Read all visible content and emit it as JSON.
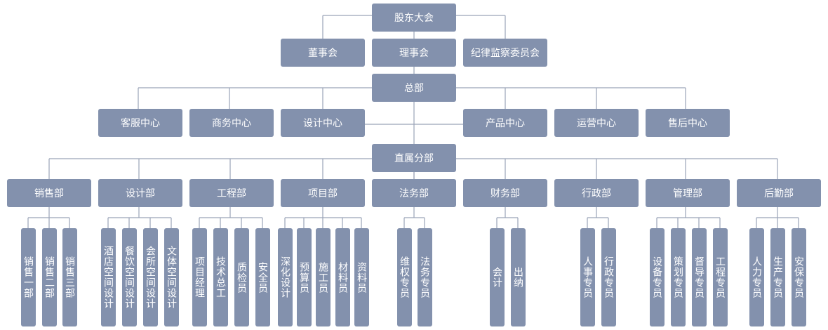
{
  "chart_data": {
    "type": "org-chart",
    "root": "股东大会",
    "governance": [
      "董事会",
      "理事会",
      "纪律监察委员会"
    ],
    "hq": "总部",
    "centers": [
      "客服中心",
      "商务中心",
      "设计中心",
      "产品中心",
      "运营中心",
      "售后中心"
    ],
    "direct": "直属分部",
    "departments": [
      {
        "name": "销售部",
        "children": [
          "销售一部",
          "销售二部",
          "销售三部"
        ]
      },
      {
        "name": "设计部",
        "children": [
          "酒店空间设计",
          "餐饮空间设计",
          "会所空间设计",
          "文体空间设计"
        ]
      },
      {
        "name": "工程部",
        "children": [
          "项目经理",
          "技术总工",
          "质检员",
          "安全员"
        ]
      },
      {
        "name": "项目部",
        "children": [
          "深化设计",
          "预算员",
          "施工员",
          "材料员",
          "资料员"
        ]
      },
      {
        "name": "法务部",
        "children": [
          "维权专员",
          "法务专员"
        ]
      },
      {
        "name": "财务部",
        "children": [
          "会计",
          "出纳"
        ]
      },
      {
        "name": "行政部",
        "children": [
          "人事专员",
          "行政专员"
        ]
      },
      {
        "name": "管理部",
        "children": [
          "设备专员",
          "策划专员",
          "督导专员",
          "工程专员"
        ]
      },
      {
        "name": "后勤部",
        "children": [
          "人力专员",
          "生产专员",
          "安保专员"
        ]
      }
    ]
  },
  "colors": {
    "box": "#8391ad",
    "line": "#9aa3b8",
    "text": "#ffffff"
  }
}
